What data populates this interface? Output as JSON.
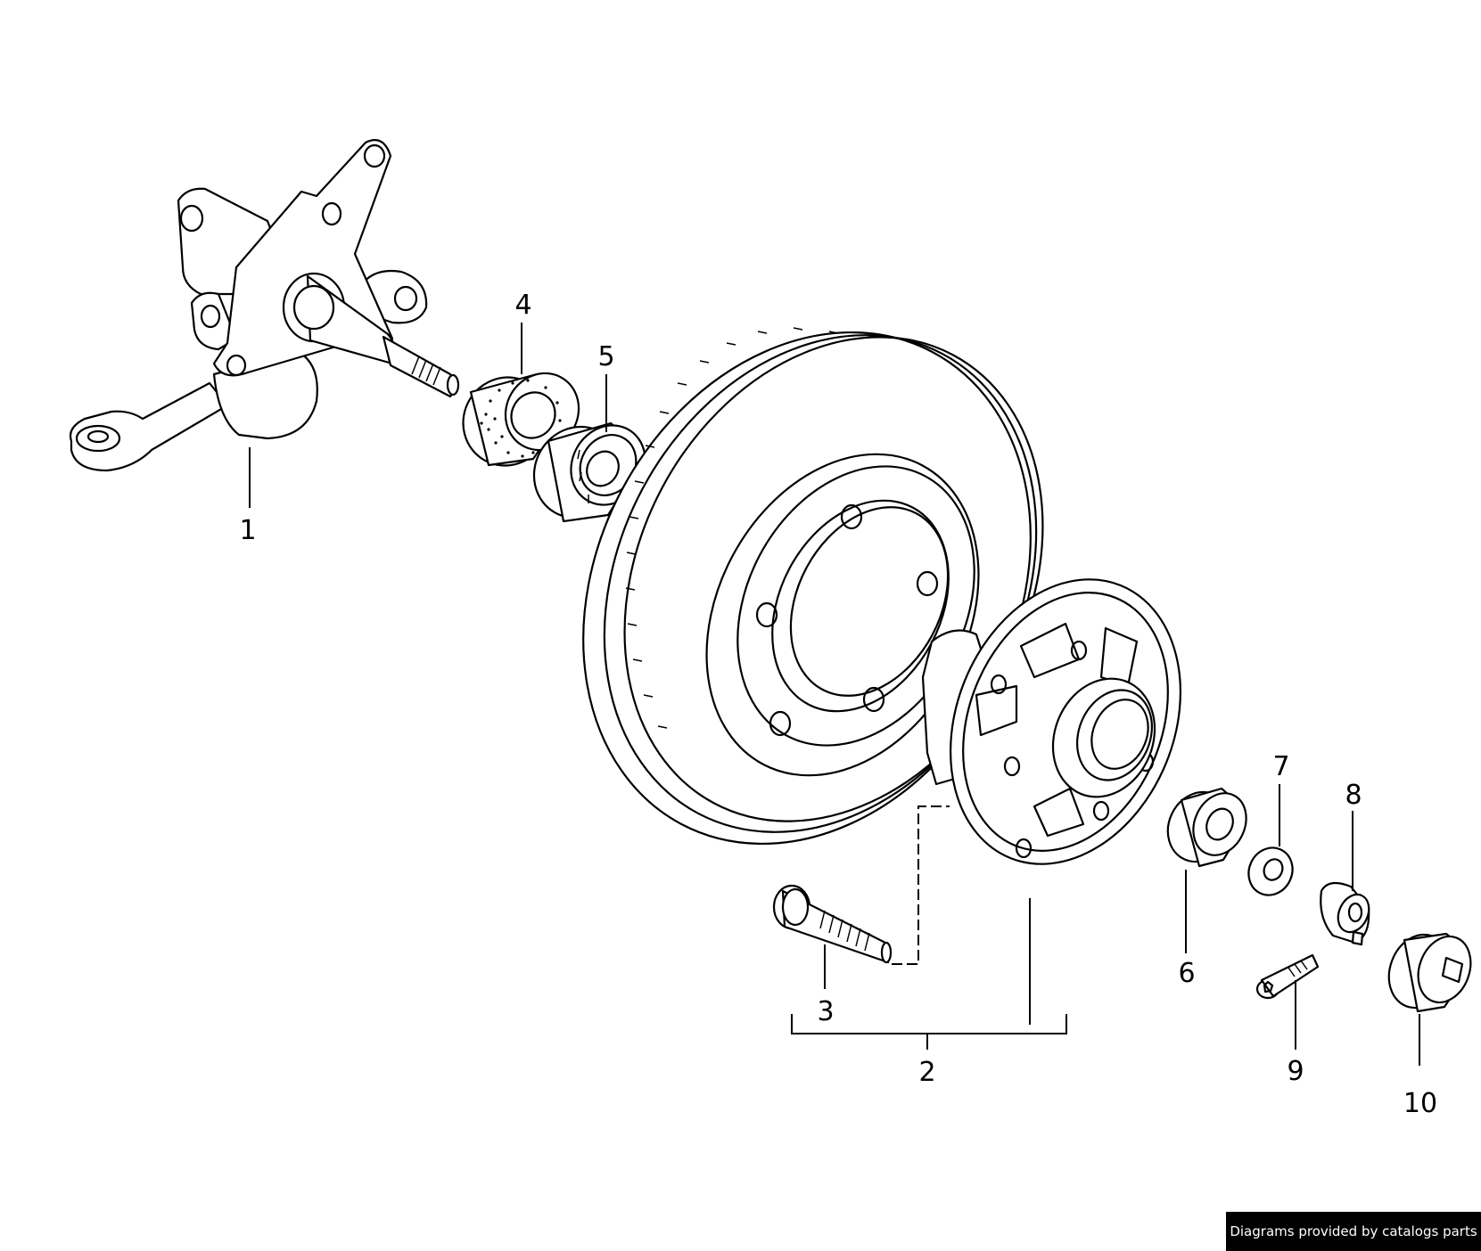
{
  "callouts": {
    "p1": "1",
    "p2": "2",
    "p3": "3",
    "p4": "4",
    "p5": "5",
    "p6": "6",
    "p7": "7",
    "p8": "8",
    "p9": "9",
    "p10": "10"
  },
  "footer": {
    "credit": "Diagrams provided by catalogs parts"
  }
}
